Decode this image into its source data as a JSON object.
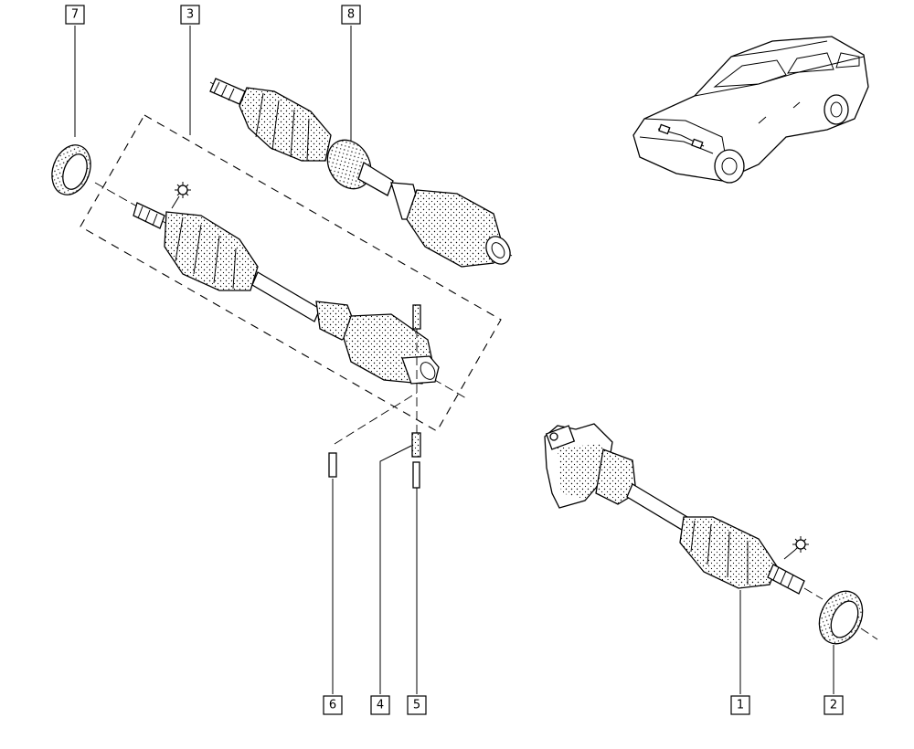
{
  "callouts": [
    {
      "id": "7",
      "label": "7"
    },
    {
      "id": "3",
      "label": "3"
    },
    {
      "id": "8",
      "label": "8"
    },
    {
      "id": "6",
      "label": "6"
    },
    {
      "id": "4",
      "label": "4"
    },
    {
      "id": "5",
      "label": "5"
    },
    {
      "id": "1",
      "label": "1"
    },
    {
      "id": "2",
      "label": "2"
    }
  ],
  "symbols": {
    "torque_mark": "gear-icon"
  },
  "colors": {
    "ink": "#000000",
    "paper": "#ffffff"
  }
}
